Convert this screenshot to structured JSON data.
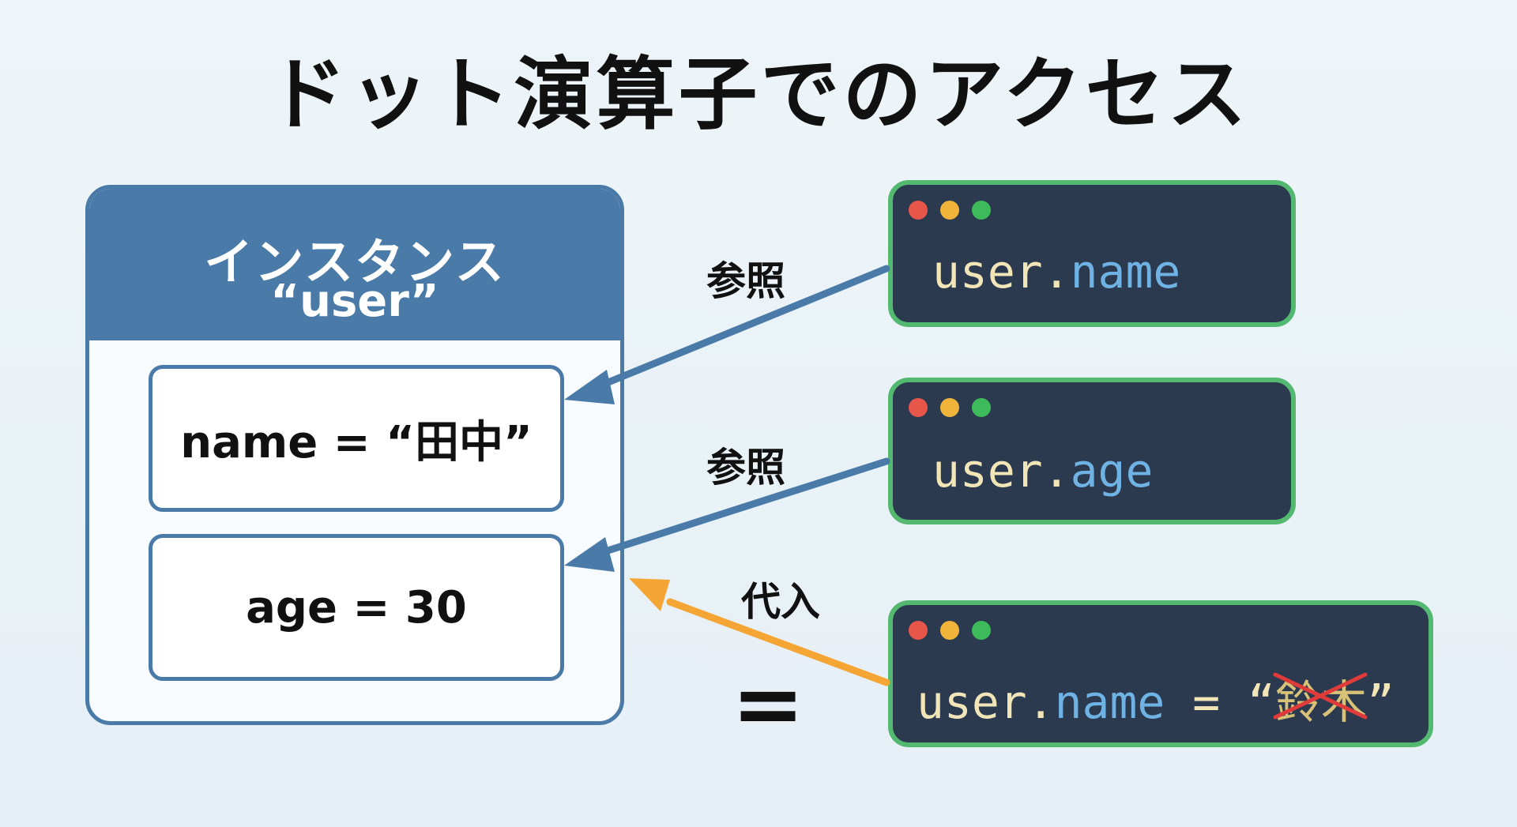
{
  "title": "ドット演算子でのアクセス",
  "instance": {
    "header_line1": "インスタンス",
    "header_line2": "“user”",
    "fields": [
      {
        "text": "name = “田中”"
      },
      {
        "text": "age = 30"
      }
    ]
  },
  "code_boxes": [
    {
      "object": "user",
      "dot": ".",
      "property": "name"
    },
    {
      "object": "user",
      "dot": ".",
      "property": "age"
    },
    {
      "object": "user",
      "dot": ".",
      "property": "name",
      "operator": " = ",
      "quote_open": "“",
      "value_struck": "鈴木",
      "quote_close": "”"
    }
  ],
  "arrow_labels": {
    "ref1": "参照",
    "ref2": "参照",
    "assign": "代入"
  },
  "equals_symbol": "=",
  "colors": {
    "instance_blue": "#4a7aa8",
    "code_bg": "#2b3a4f",
    "code_border": "#53b870",
    "ref_arrow": "#4a7aa8",
    "assign_arrow": "#f5a534",
    "strike": "#e03b3b",
    "dot_red": "#e8564a",
    "dot_yellow": "#f0b43a",
    "dot_green": "#3dbb5a"
  }
}
